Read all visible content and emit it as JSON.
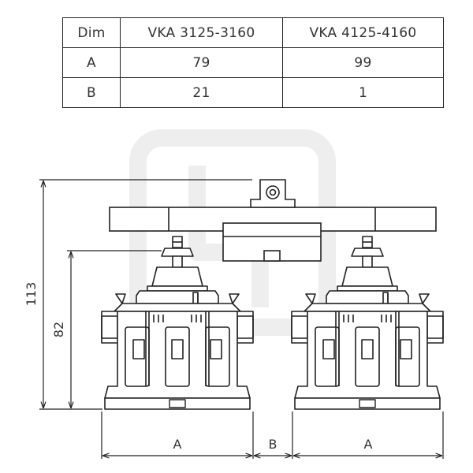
{
  "table": {
    "headers": [
      "Dim",
      "VKA 3125-3160",
      "VKA 4125-4160"
    ],
    "rows": [
      [
        "A",
        "79",
        "99"
      ],
      [
        "B",
        "21",
        "1"
      ]
    ]
  },
  "dimensions": {
    "height_total": "113",
    "height_partial": "82",
    "width_left": "A",
    "gap": "B",
    "width_right": "A"
  },
  "colors": {
    "line": "#222222",
    "watermark": "#eeeeee"
  }
}
